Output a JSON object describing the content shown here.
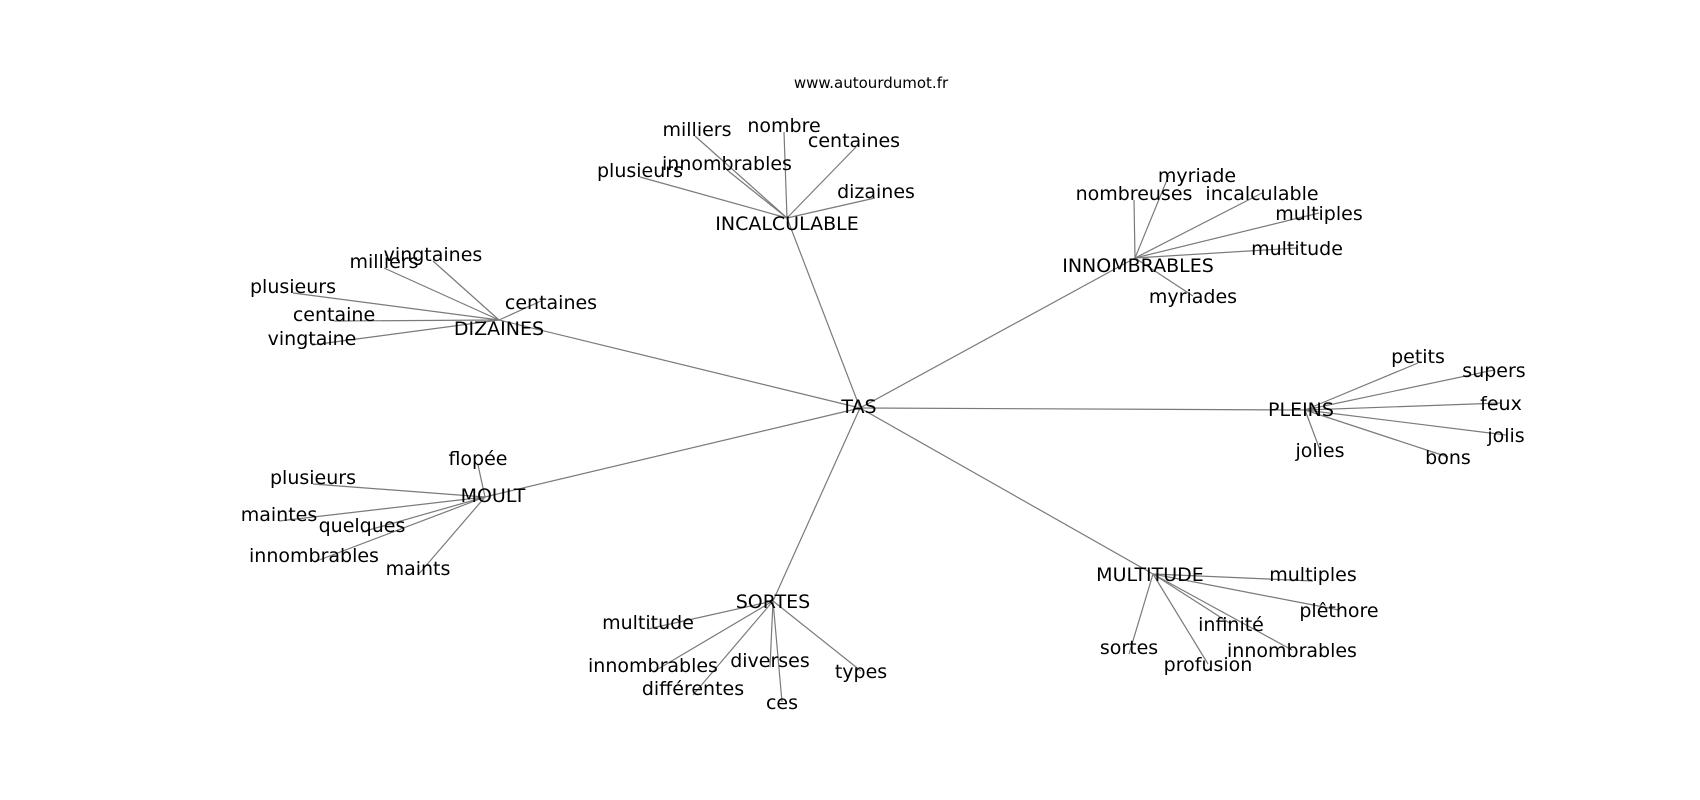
{
  "site": "www.autourdumot.fr",
  "root": "TAS",
  "groups": [
    {
      "label": "INCALCULABLE",
      "leaves": [
        "milliers",
        "nombre",
        "centaines",
        "innombrables",
        "plusieurs",
        "dizaines"
      ]
    },
    {
      "label": "INNOMBRABLES",
      "leaves": [
        "myriade",
        "nombreuses",
        "incalculable",
        "multiples",
        "multitude",
        "myriades"
      ]
    },
    {
      "label": "DIZAINES",
      "leaves": [
        "vingtaines",
        "milliers",
        "plusieurs",
        "centaines",
        "centaine",
        "vingtaine"
      ]
    },
    {
      "label": "PLEINS",
      "leaves": [
        "petits",
        "supers",
        "feux",
        "jolis",
        "jolies",
        "bons"
      ]
    },
    {
      "label": "MOULT",
      "leaves": [
        "flopée",
        "plusieurs",
        "maintes",
        "quelques",
        "innombrables",
        "maints"
      ]
    },
    {
      "label": "SORTES",
      "leaves": [
        "multitude",
        "innombrables",
        "diverses",
        "types",
        "différentes",
        "ces"
      ]
    },
    {
      "label": "MULTITUDE",
      "leaves": [
        "multiples",
        "plêthore",
        "infinité",
        "sortes",
        "innombrables",
        "profusion"
      ]
    }
  ]
}
